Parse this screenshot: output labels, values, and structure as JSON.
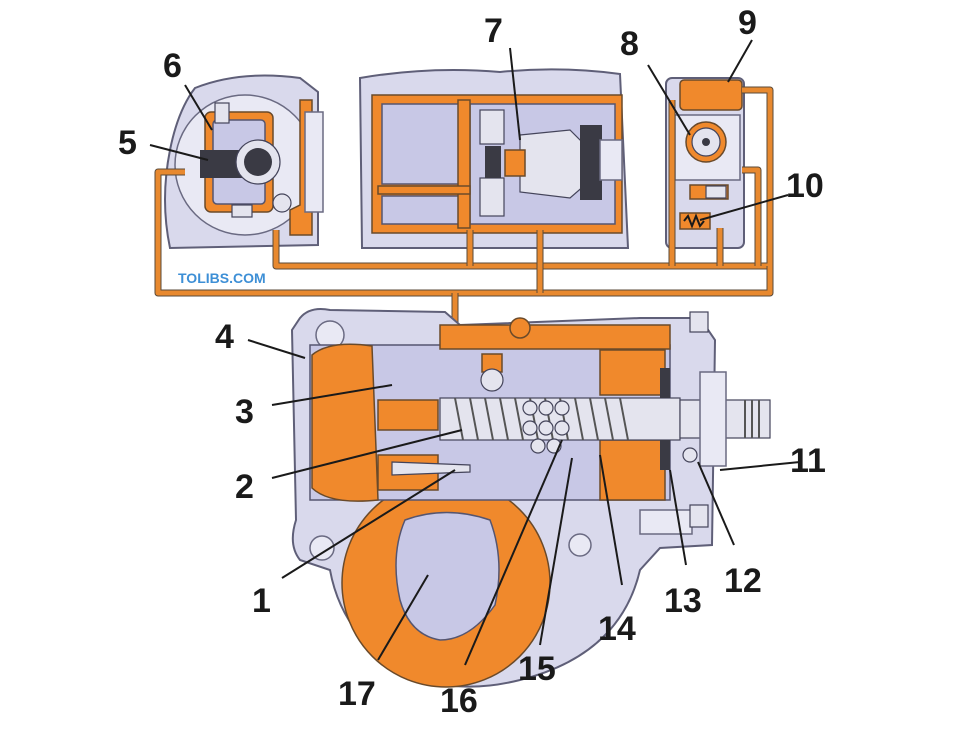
{
  "watermark": "TOLIBS.COM",
  "callouts": [
    "1",
    "2",
    "3",
    "4",
    "5",
    "6",
    "7",
    "8",
    "9",
    "10",
    "11",
    "12",
    "13",
    "14",
    "15",
    "16",
    "17"
  ],
  "colors": {
    "oil": "#f0892c",
    "housing": "#d9d9ec",
    "chamber": "#c8c8e6",
    "label": "#1a1a1a",
    "watermark": "#3d8fd6"
  }
}
